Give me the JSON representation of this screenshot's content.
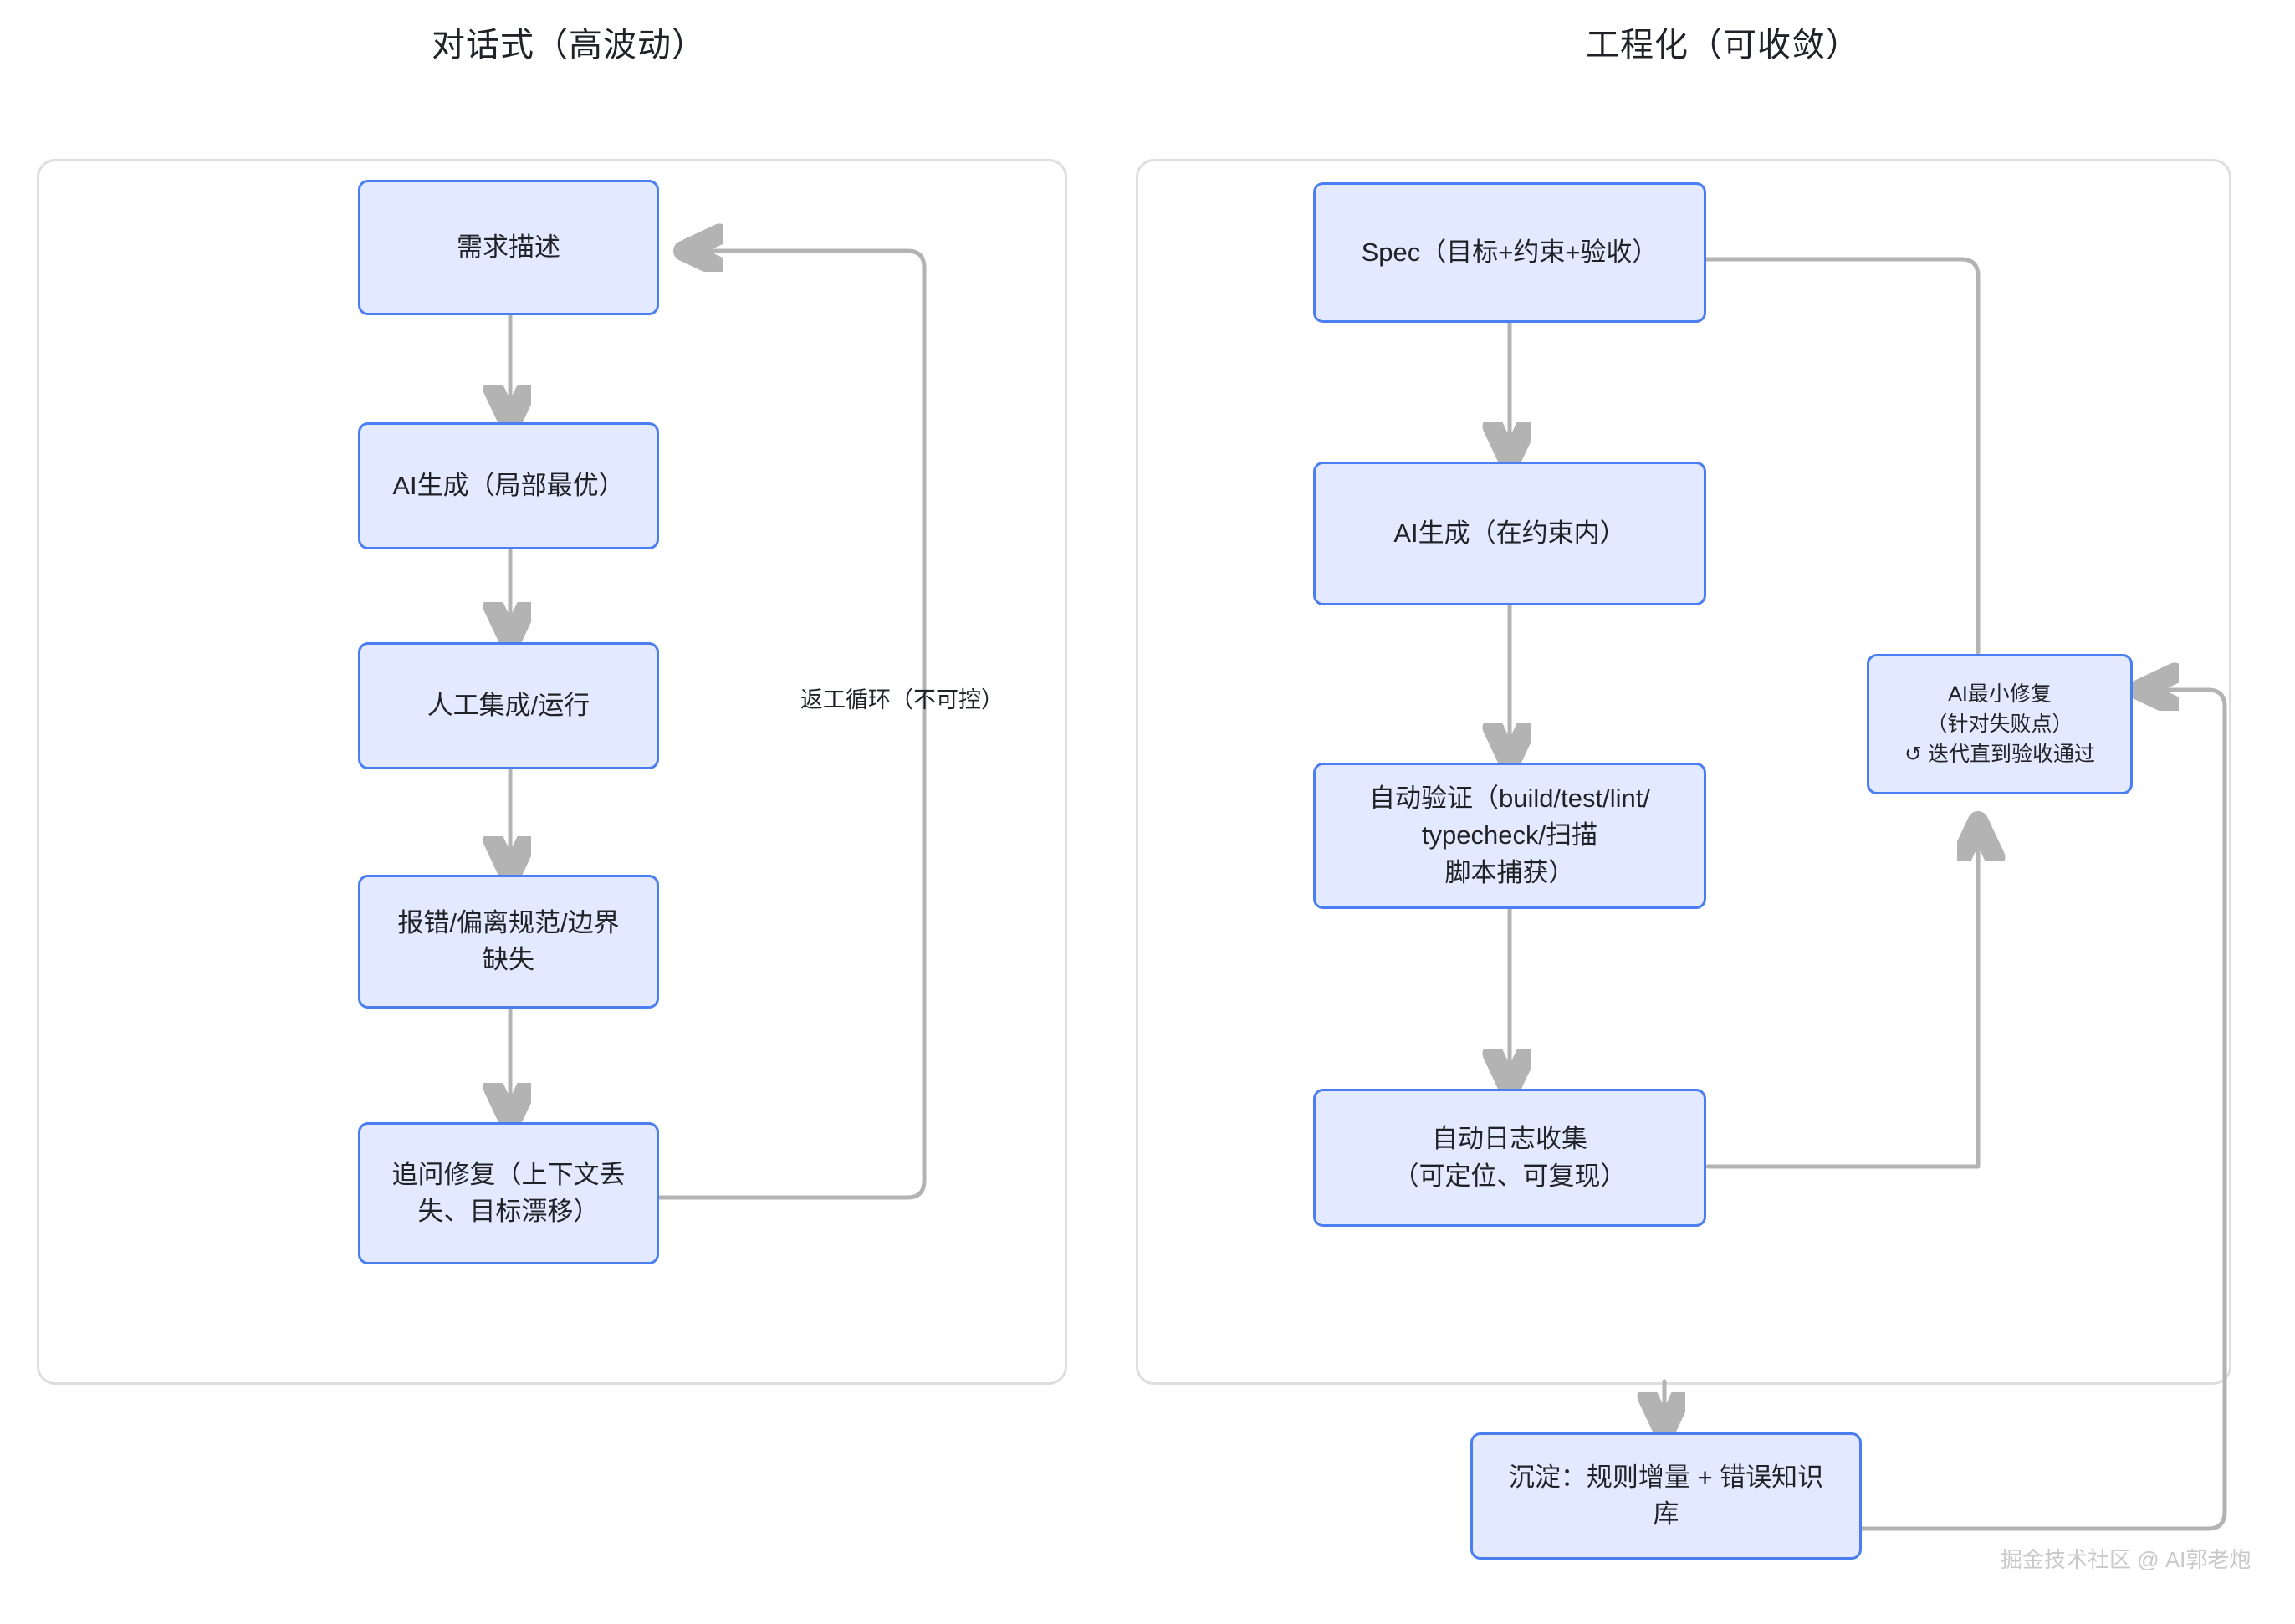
{
  "panels": [
    {
      "id": "conversational",
      "title": "对话式（高波动）",
      "nodes": [
        {
          "id": "req",
          "label": "需求描述"
        },
        {
          "id": "gen",
          "label": "AI生成（局部最优）"
        },
        {
          "id": "manual",
          "label": "人工集成/运行"
        },
        {
          "id": "errors",
          "label": "报错/偏离规范/边界\n缺失"
        },
        {
          "id": "followup",
          "label": "追问修复（上下文丢\n失、目标漂移）"
        }
      ],
      "edge_labels": [
        {
          "id": "rework-loop",
          "label": "返工循环（不可控）"
        }
      ]
    },
    {
      "id": "engineered",
      "title": "工程化（可收敛）",
      "nodes": [
        {
          "id": "spec",
          "label": "Spec（目标+约束+验收）"
        },
        {
          "id": "aigen",
          "label": "AI生成（在约束内）"
        },
        {
          "id": "verify",
          "label": "自动验证（build/test/lint/\ntypecheck/扫描\n脚本捕获）"
        },
        {
          "id": "logs",
          "label": "自动日志收集\n（可定位、可复现）"
        },
        {
          "id": "minfix",
          "label": "AI最小修复\n（针对失败点）\n↺ 迭代直到验收通过"
        },
        {
          "id": "precip",
          "label": "沉淀：规则增量 + 错误知识\n库"
        }
      ],
      "edge_labels": []
    }
  ],
  "watermark": "掘金技术社区 @ AI郭老炮",
  "colors": {
    "node_fill": "#e3eaff",
    "node_border": "#4a7ef2",
    "group_border": "#dedede",
    "connector": "#b3b3b3",
    "text": "#1f2328",
    "watermark": "#c9c9c9"
  }
}
